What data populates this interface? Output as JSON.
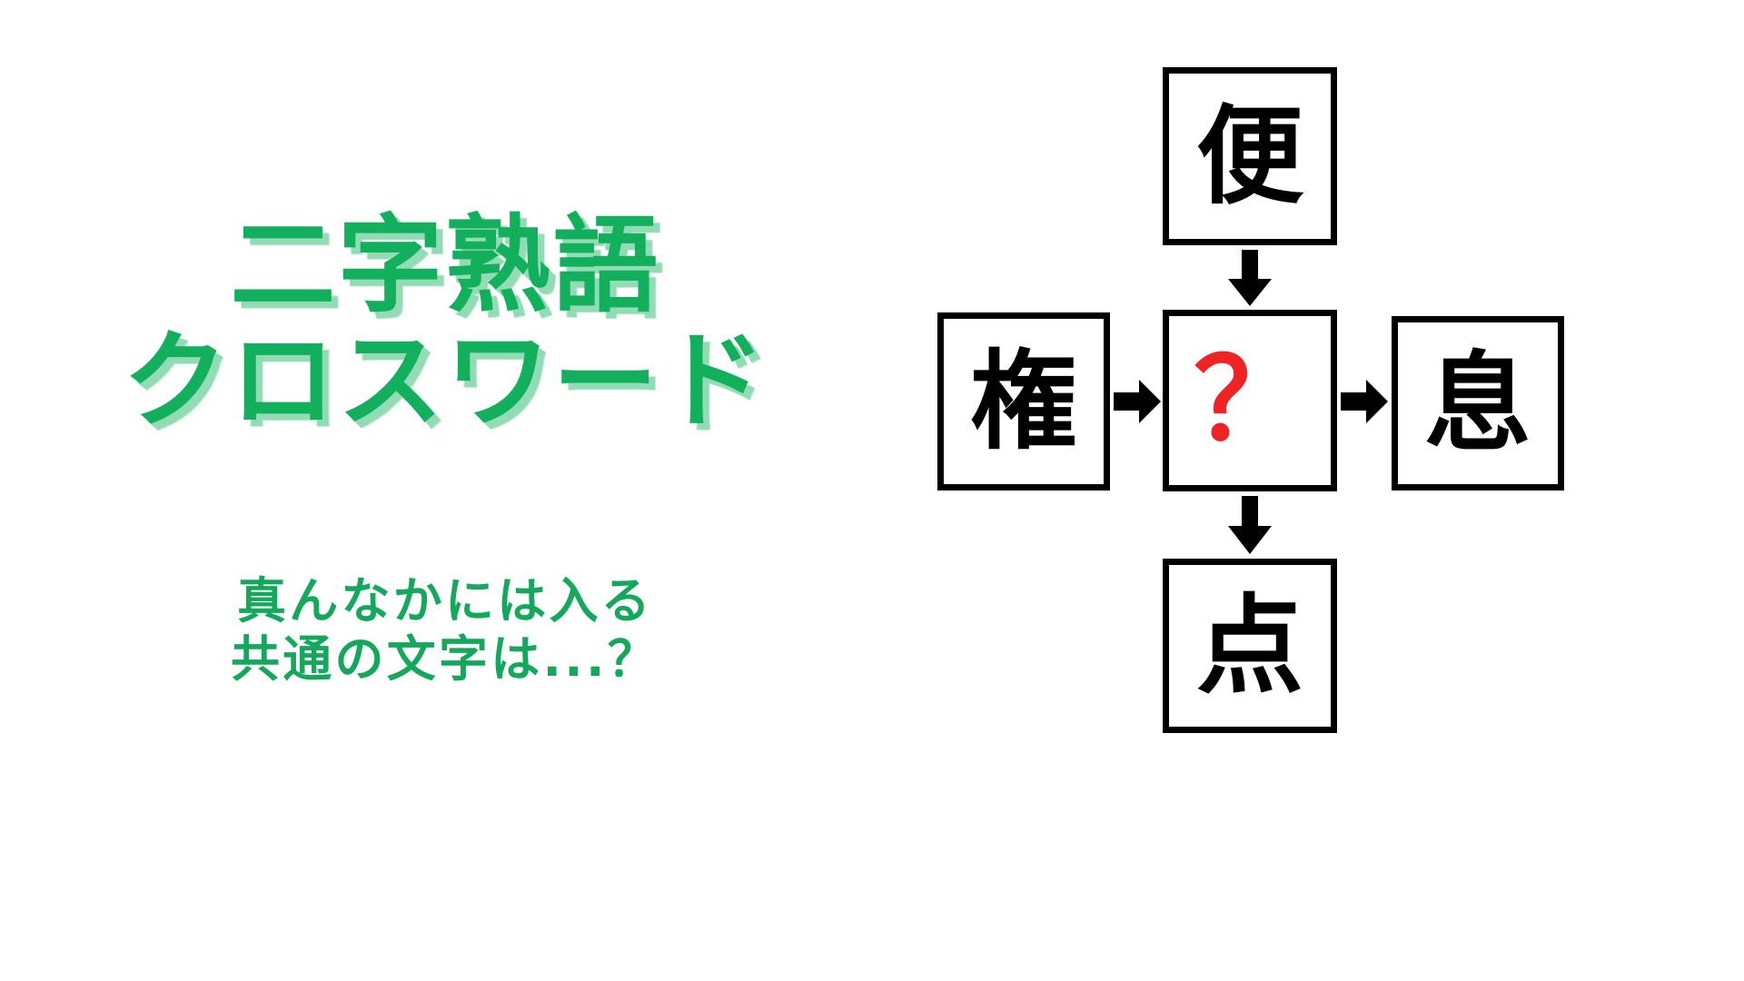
{
  "page": {
    "background_color": "#ffffff",
    "accent_green": "#12b05c",
    "shadow_green": "#a6ecc6",
    "ink_black": "#000000",
    "question_red": "#ef2323"
  },
  "title": {
    "line1": "二字熟語",
    "line2": "クロスワード"
  },
  "subtitle": {
    "line1": "真んなかには入る",
    "line2": "共通の文字は...？"
  },
  "puzzle": {
    "cells": {
      "top": {
        "char": "便",
        "role": "given"
      },
      "left": {
        "char": "権",
        "role": "given"
      },
      "center": {
        "char": "？",
        "role": "answer"
      },
      "right": {
        "char": "息",
        "role": "given"
      },
      "bottom": {
        "char": "点",
        "role": "given"
      }
    },
    "arrows": {
      "top_to_center": "down-arrow",
      "left_to_center": "right-arrow",
      "center_to_right": "right-arrow",
      "center_to_bottom": "down-arrow"
    }
  }
}
